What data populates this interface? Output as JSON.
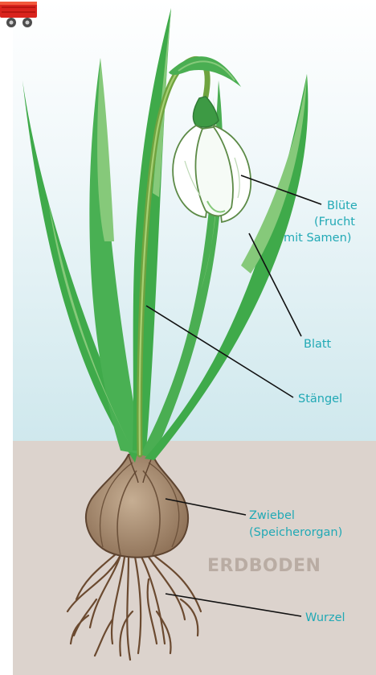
{
  "diagram": {
    "labels": {
      "bluete": "Blüte",
      "frucht": "(Frucht",
      "samen": "mit Samen)",
      "blatt": "Blatt",
      "staengel": "Stängel",
      "zwiebel": "Zwiebel",
      "speicher": "(Speicherorgan)",
      "wurzel": "Wurzel"
    },
    "soil_label": "ERDBODEN",
    "colors": {
      "sky_top": "#ffffff",
      "sky_bottom": "#cfe8ed",
      "soil": "#dcd3cd",
      "leaf_dark": "#3faa4a",
      "leaf_light": "#86c97a",
      "stem": "#6fa33f",
      "bulb": "#a88d73",
      "bulb_dark": "#6d523b",
      "root": "#6b4a30",
      "label": "#21a9b5",
      "toy_red": "#d9231d"
    },
    "icons": [
      "red-wagon-icon"
    ]
  }
}
